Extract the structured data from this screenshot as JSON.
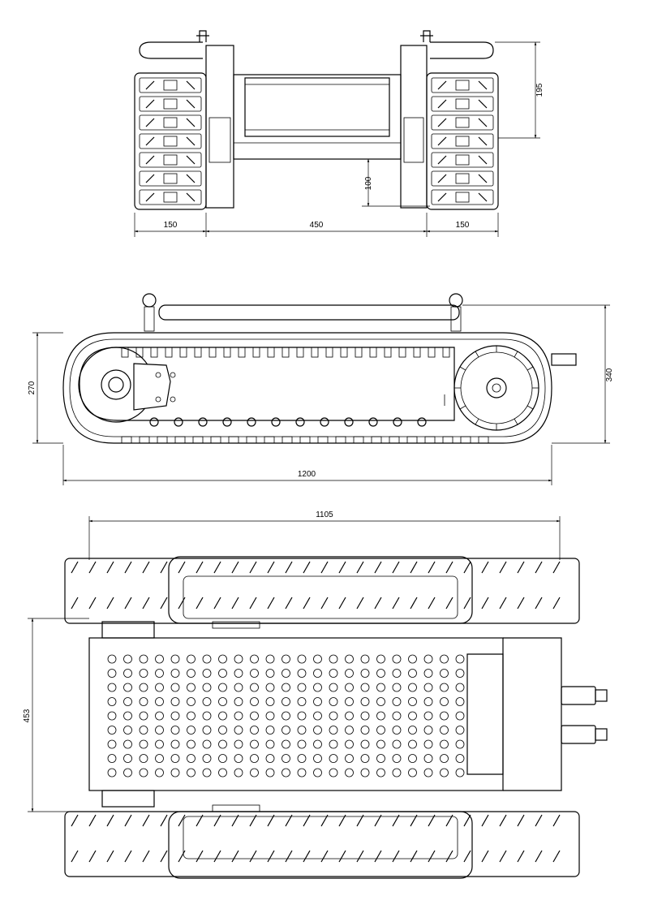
{
  "drawing": {
    "front_view": {
      "dims": {
        "left_track_width": "150",
        "center_span": "450",
        "right_track_width": "150",
        "ground_clearance": "100",
        "height_upper": "195"
      }
    },
    "side_view": {
      "dims": {
        "track_height": "270",
        "overall_height": "340",
        "overall_length": "1200"
      }
    },
    "top_view": {
      "dims": {
        "track_length": "1105",
        "inner_width": "453"
      }
    }
  }
}
